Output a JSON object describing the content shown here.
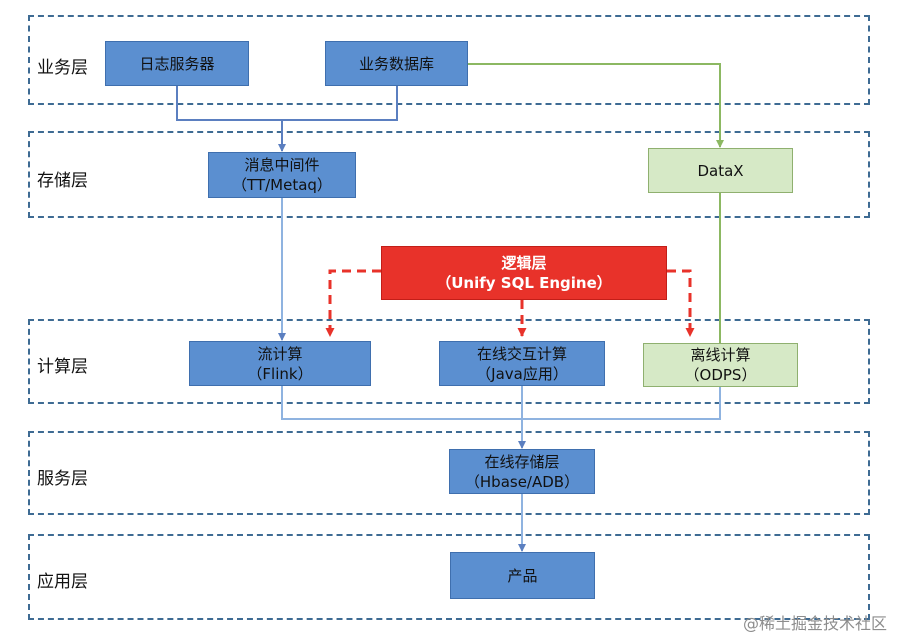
{
  "layers": [
    {
      "id": "business",
      "label": "业务层"
    },
    {
      "id": "storage",
      "label": "存储层"
    },
    {
      "id": "compute",
      "label": "计算层"
    },
    {
      "id": "service",
      "label": "服务层"
    },
    {
      "id": "application",
      "label": "应用层"
    }
  ],
  "nodes": {
    "log_server": {
      "line1": "日志服务器"
    },
    "business_db": {
      "line1": "业务数据库"
    },
    "message_middleware": {
      "line1": "消息中间件",
      "line2": "（TT/Metaq）"
    },
    "datax": {
      "line1": "DataX"
    },
    "logic_layer": {
      "line1": "逻辑层",
      "line2": "（Unify SQL Engine）"
    },
    "stream_compute": {
      "line1": "流计算",
      "line2": "（Flink）"
    },
    "online_interactive": {
      "line1": "在线交互计算",
      "line2": "（Java应用）"
    },
    "offline_compute": {
      "line1": "离线计算",
      "line2": "（ODPS）"
    },
    "online_storage": {
      "line1": "在线存储层",
      "line2": "（Hbase/ADB）"
    },
    "product": {
      "line1": "产品"
    }
  },
  "colors": {
    "blue_box": "#5b8fd0",
    "green_box": "#d6e9c6",
    "red_box": "#e8322a",
    "blue_line": "#5b7fc0",
    "green_line": "#8cb862",
    "red_dash": "#e8322a",
    "layer_border": "#3e6b93"
  },
  "watermark": "@稀土掘金技术社区"
}
